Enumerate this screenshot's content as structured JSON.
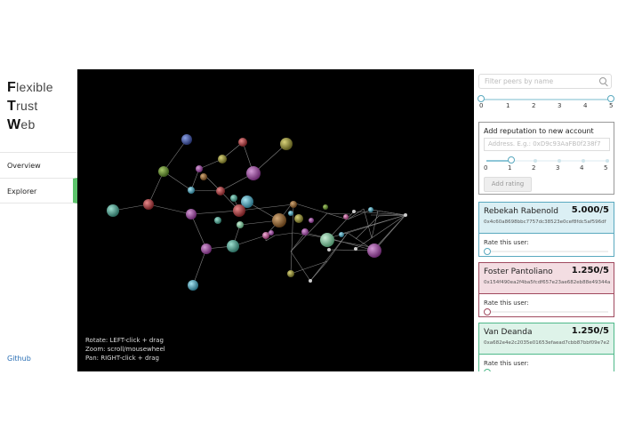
{
  "logo": {
    "line1_initial": "F",
    "line1_rest": "lexible",
    "line2_initial": "T",
    "line2_rest": "rust",
    "line3_initial": "W",
    "line3_rest": "eb"
  },
  "nav": {
    "overview": "Overview",
    "explorer": "Explorer"
  },
  "github": "Github",
  "viewport": {
    "help": [
      "Rotate: LEFT-click + drag",
      "Zoom: scroll/mousewheel",
      "Pan: RIGHT-click + drag"
    ]
  },
  "search": {
    "placeholder": "Filter peers by name"
  },
  "filter_slider": {
    "ticks": [
      "0",
      "1",
      "2",
      "3",
      "4",
      "5"
    ],
    "min": 0,
    "max": 5
  },
  "add_reputation": {
    "title": "Add reputation to new account",
    "address_placeholder": "Address. E.g.: 0xD9c93AaFB0f238f7",
    "rating_ticks": [
      "0",
      "1",
      "2",
      "3",
      "4",
      "5"
    ],
    "rating_value": 1,
    "button": "Add rating"
  },
  "peers": [
    {
      "name": "Rebekah Rabenold",
      "score": "5.000/5",
      "address": "0x4c60a8698bbc7757dc38523e0cef8fdc5af596df",
      "rate_label": "Rate this user:",
      "color": "#5aa9bf",
      "bg": "#dbeff4"
    },
    {
      "name": "Foster Pantoliano",
      "score": "1.250/5",
      "address": "0x154f490ea2f4ba5fcdf657e23ae682eb88e49344a",
      "rate_label": "Rate this user:",
      "color": "#a04a5f",
      "bg": "#f3dde2"
    },
    {
      "name": "Van Deanda",
      "score": "1.250/5",
      "address": "0xa682e4e2c2035e01653efaead7cbb87bbf09e7e2",
      "rate_label": "Rate this user:",
      "color": "#4fb98a",
      "bg": "#def3e9"
    }
  ],
  "colors": {
    "accent_green": "#5cc36b",
    "slider": "#5aa9bf",
    "link": "#2a6fb5"
  }
}
